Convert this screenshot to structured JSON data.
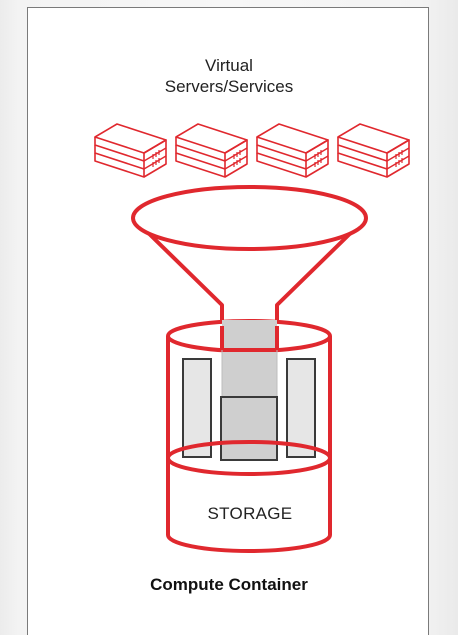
{
  "diagram": {
    "title_line1": "Virtual",
    "title_line2": "Servers/Services",
    "storage_label": "STORAGE",
    "caption": "Compute Container",
    "server_icon": "server-rack-icon",
    "server_count": 4,
    "accent_color": "#e0282e",
    "fill_light": "#e6e6e6",
    "fill_mid": "#cfcfcf",
    "stroke_dark": "#3a3a3a"
  }
}
